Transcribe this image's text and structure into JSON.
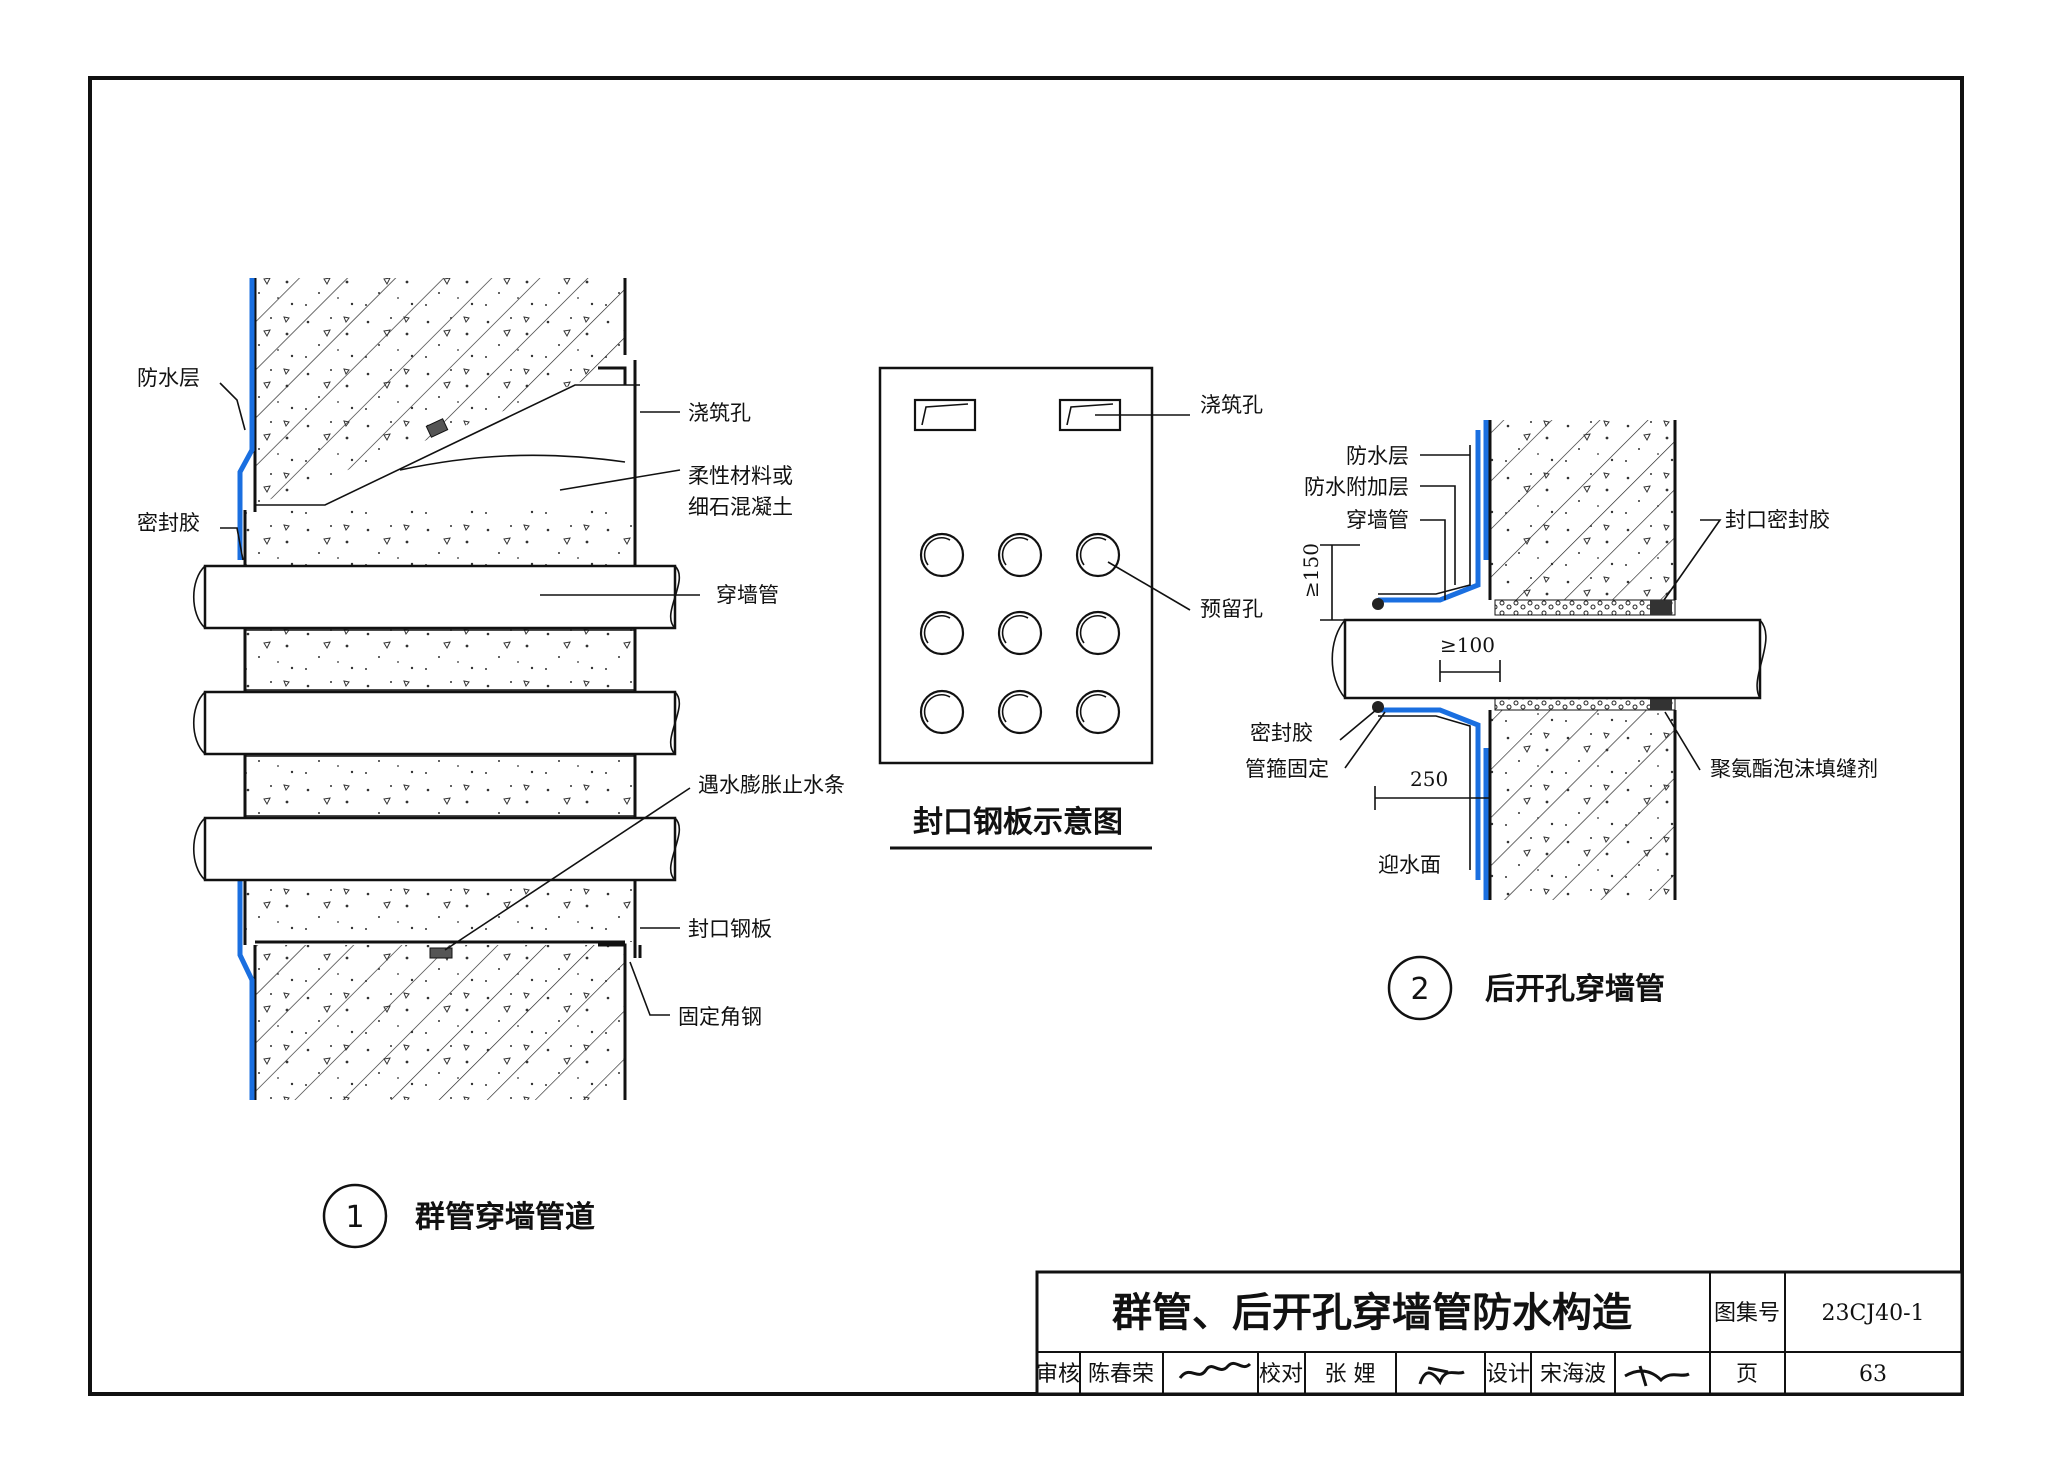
{
  "detail1": {
    "number": "1",
    "caption": "群管穿墙管道",
    "labels": {
      "waterproof_layer": "防水层",
      "sealant": "密封胶",
      "pour_hole": "浇筑孔",
      "fill_material_line1": "柔性材料或",
      "fill_material_line2": "细石混凝土",
      "wall_pipe": "穿墙管",
      "water_stop": "遇水膨胀止水条",
      "seal_plate": "封口钢板",
      "angle_steel": "固定角钢"
    }
  },
  "plate": {
    "caption": "封口钢板示意图",
    "labels": {
      "pour_hole": "浇筑孔",
      "reserved_hole": "预留孔"
    }
  },
  "detail2": {
    "number": "2",
    "caption": "后开孔穿墙管",
    "labels": {
      "waterproof_layer": "防水层",
      "additional_layer": "防水附加层",
      "wall_pipe": "穿墙管",
      "seal_glue": "封口密封胶",
      "sealant": "密封胶",
      "hoop": "管箍固定",
      "pu_foam": "聚氨酯泡沫填缝剂",
      "water_face": "迎水面"
    },
    "dims": {
      "d150": "≥150",
      "d100": "≥100",
      "d250": "250"
    }
  },
  "title_block": {
    "title": "群管、后开孔穿墙管防水构造",
    "atlas_label": "图集号",
    "atlas_no": "23CJ40-1",
    "review_label": "审核",
    "reviewer": "陈春荣",
    "check_label": "校对",
    "checker": "张  娌",
    "design_label": "设计",
    "designer": "宋海波",
    "page_label": "页",
    "page_no": "63"
  },
  "colors": {
    "waterproof": "#1a6fe0",
    "line": "#111111"
  }
}
